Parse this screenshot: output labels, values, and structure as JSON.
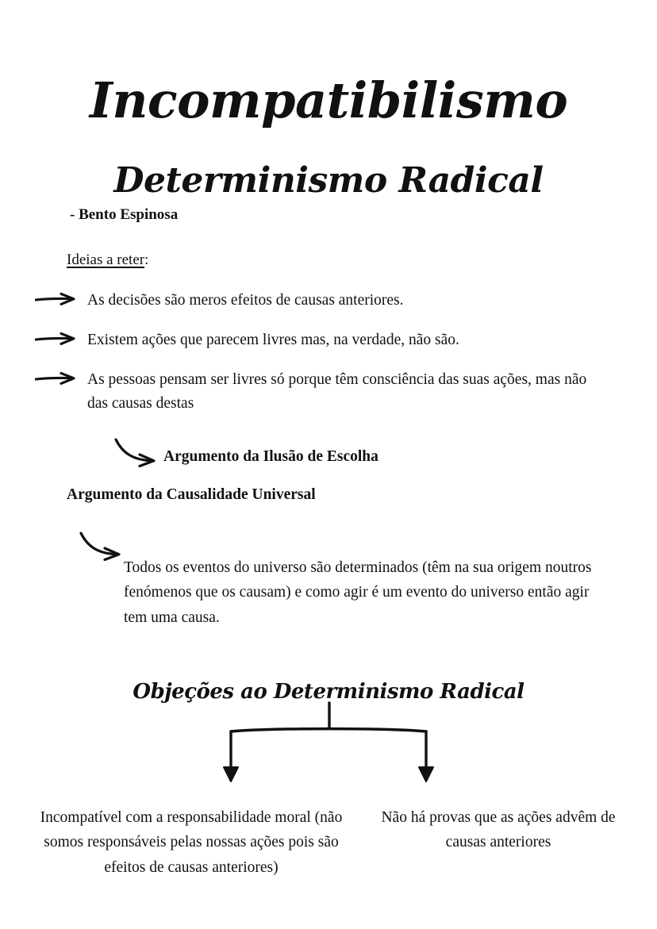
{
  "document": {
    "title": "Incompatibilismo",
    "subtitle": "Determinismo Radical",
    "author_line": "- Bento Espinosa"
  },
  "ideas": {
    "label": "Ideias a reter",
    "label_suffix": ":",
    "items": [
      "As decisões são meros efeitos de causas anteriores.",
      "Existem ações que parecem livres mas, na verdade, não são.",
      "As pessoas pensam ser livres só porque têm consciência das suas ações, mas não das causas destas"
    ]
  },
  "arguments": {
    "illusion_of_choice": "Argumento da Ilusão de Escolha",
    "universal_causality": "Argumento da Causalidade Universal",
    "universal_causality_body": "Todos os eventos do universo são determinados (têm na sua origem noutros fenómenos que os causam) e como agir é um evento do universo então agir tem uma causa."
  },
  "objections": {
    "heading": "Objeções ao Determinismo Radical",
    "branches": [
      "Incompatível com a responsabilidade moral (não somos responsáveis pelas nossas ações pois são efeitos de causas anteriores)",
      "Não há provas que as ações advêm de causas anteriores"
    ]
  },
  "colors": {
    "ink": "#111111",
    "paper": "#ffffff"
  }
}
